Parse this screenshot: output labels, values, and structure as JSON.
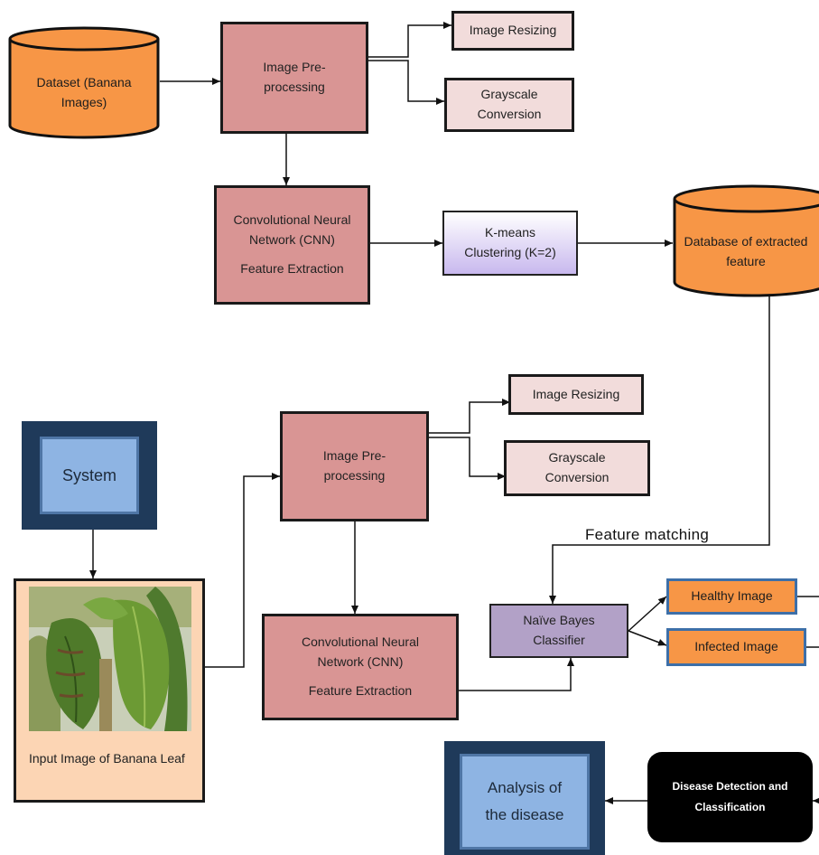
{
  "top": {
    "dataset": "Dataset (Banana Images)",
    "preprocessing": "Image Pre-processing",
    "resizing": "Image Resizing",
    "grayscale": "Grayscale Conversion",
    "cnn": "Convolutional Neural Network (CNN)",
    "cnn_sub": "Feature Extraction",
    "kmeans": "K-means Clustering (K=2)",
    "database": "Database of extracted feature"
  },
  "bottom": {
    "system": "System",
    "input_image": "Input Image of Banana Leaf",
    "preprocessing": "Image Pre-processing",
    "resizing": "Image Resizing",
    "grayscale": "Grayscale Conversion",
    "cnn": "Convolutional Neural Network (CNN)",
    "cnn_sub": "Feature Extraction",
    "feature_matching": "Feature matching",
    "classifier": "Naïve Bayes Classifier",
    "healthy": "Healthy Image",
    "infected": "Infected Image",
    "detection": "Disease Detection and Classification",
    "analysis": "Analysis of the disease"
  },
  "colors": {
    "process": "#d99594",
    "subprocess": "#f2dcdb",
    "database": "#f79646",
    "classifier": "#b2a1c7",
    "system_frame": "#1f3a5a",
    "system_inner": "#8eb4e3"
  }
}
